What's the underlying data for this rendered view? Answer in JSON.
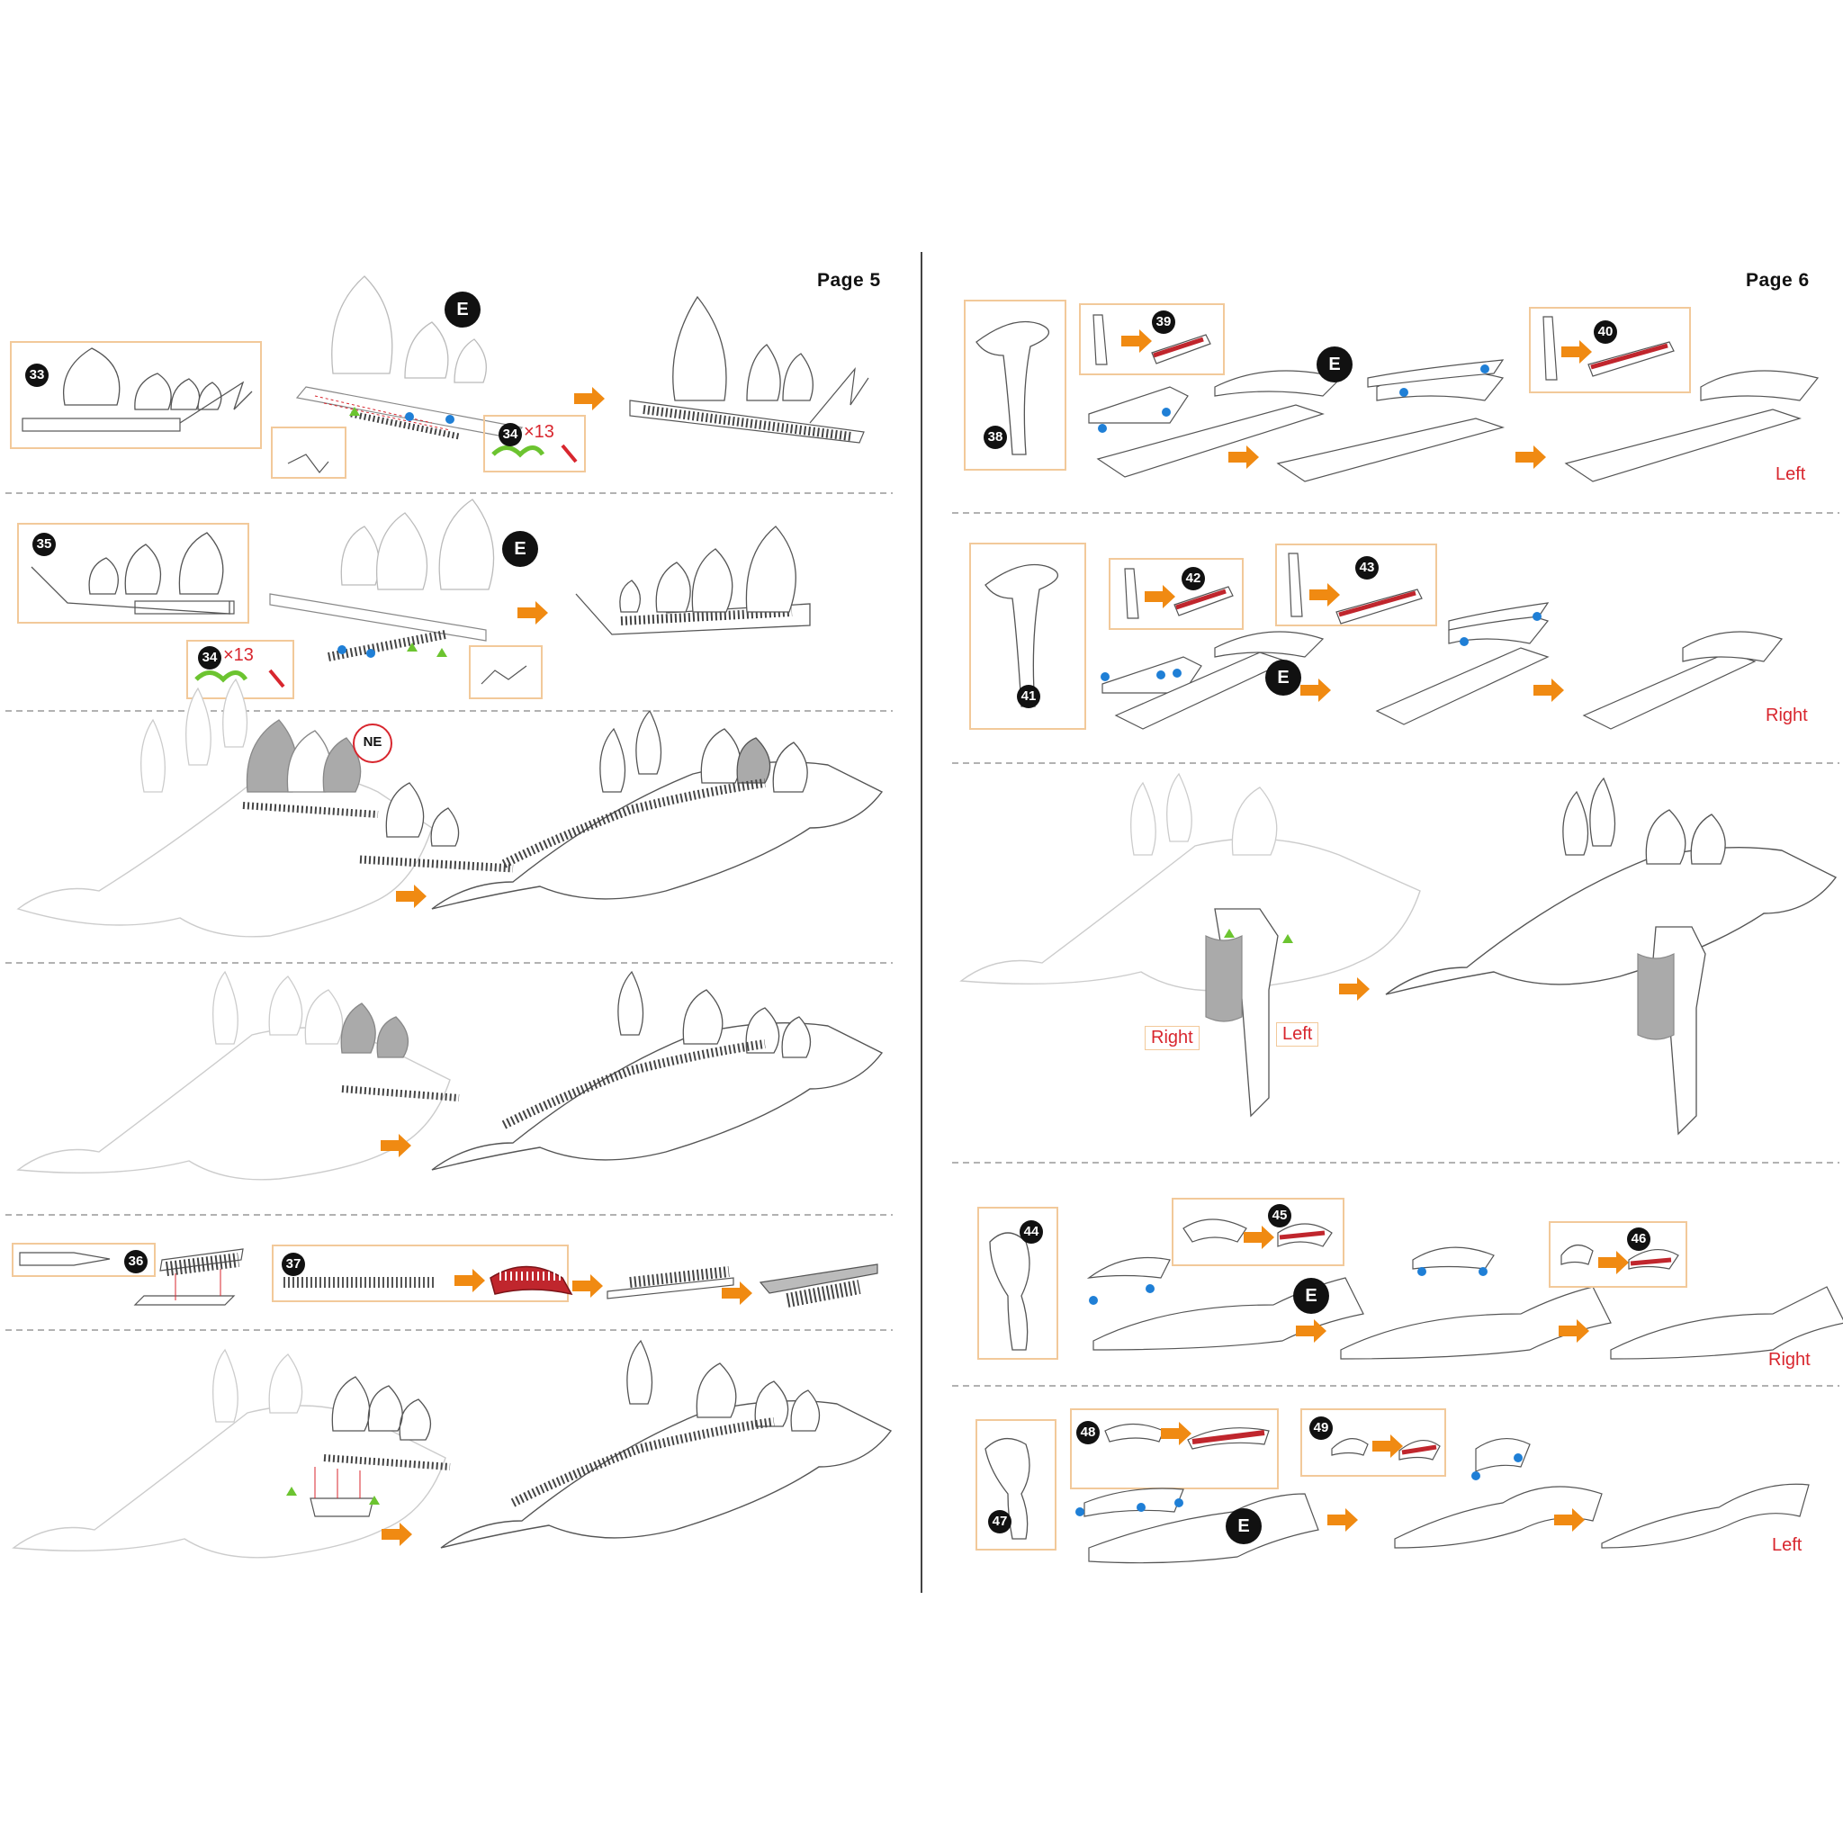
{
  "colors": {
    "arrow": "#f08a12",
    "frame": "#f2c99a",
    "accent_red": "#d8262e",
    "dot_blue": "#1f7fd6",
    "mark_green": "#6cc430",
    "divider": "#999999"
  },
  "pages": [
    {
      "label": "Page 5"
    },
    {
      "label": "Page 6"
    }
  ],
  "steps": {
    "s33": "33",
    "s34a": "34",
    "s34b": "34",
    "s35": "35",
    "s36": "36",
    "s37": "37",
    "s38": "38",
    "s39": "39",
    "s40": "40",
    "s41": "41",
    "s42": "42",
    "s43": "43",
    "s44": "44",
    "s45": "45",
    "s46": "46",
    "s47": "47",
    "s48": "48",
    "s49": "49"
  },
  "badges": {
    "e": "E",
    "ne": "NE"
  },
  "repeat_count": "×13",
  "side_labels": {
    "left": "Left",
    "right": "Right"
  },
  "icons": {
    "arrow": "orange-arrow-icon",
    "step": "step-number-icon"
  }
}
